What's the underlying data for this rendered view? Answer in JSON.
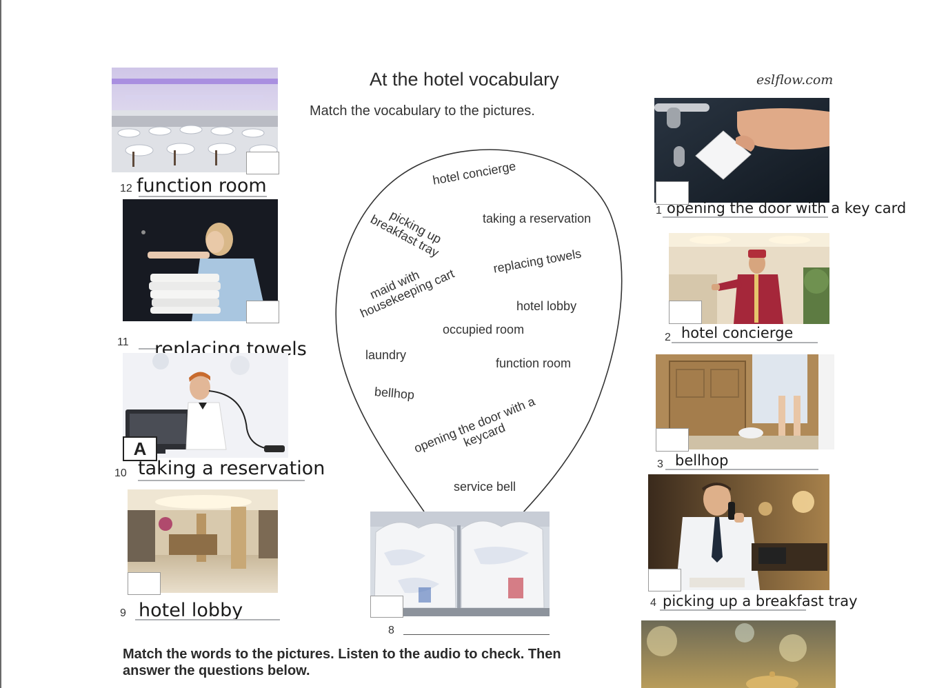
{
  "worksheet": {
    "title": "At the hotel vocabulary",
    "instruction": "Match the vocabulary to the pictures.",
    "brand": "eslflow.com",
    "footer_line1": "Match the words to the pictures. Listen to the audio to check. Then",
    "footer_line2": "answer the  questions below."
  },
  "word_bank": [
    "hotel concierge",
    "picking up breakfast tray",
    "taking a reservation",
    "replacing towels",
    "maid with housekeeping cart",
    "hotel lobby",
    "occupied room",
    "laundry",
    "function room",
    "bellhop",
    "opening the door with a keycard",
    "service bell"
  ],
  "word_bank_lines": {
    "picking": [
      "picking up",
      "breakfast tray"
    ],
    "maid": [
      "maid with",
      "housekeeping cart"
    ],
    "opening": [
      "opening the door with a",
      "keycard"
    ]
  },
  "items": [
    {
      "number": "12",
      "answer": "function room"
    },
    {
      "number": "11",
      "answer": "replacing towels"
    },
    {
      "number": "10",
      "answer": "taking a  reservation",
      "box_letter": "A"
    },
    {
      "number": "9",
      "answer": "hotel lobby"
    },
    {
      "number": "8",
      "answer": ""
    },
    {
      "number": "1",
      "answer": "opening the door with a key card"
    },
    {
      "number": "2",
      "answer": "hotel concierge"
    },
    {
      "number": "3",
      "answer": "bellhop"
    },
    {
      "number": "4",
      "answer": "picking up a breakfast tray"
    }
  ],
  "colors": {
    "answer_underline": "#aeb0b3",
    "balloon_outline": "#333333",
    "left_rule": "#6a6a6a"
  }
}
